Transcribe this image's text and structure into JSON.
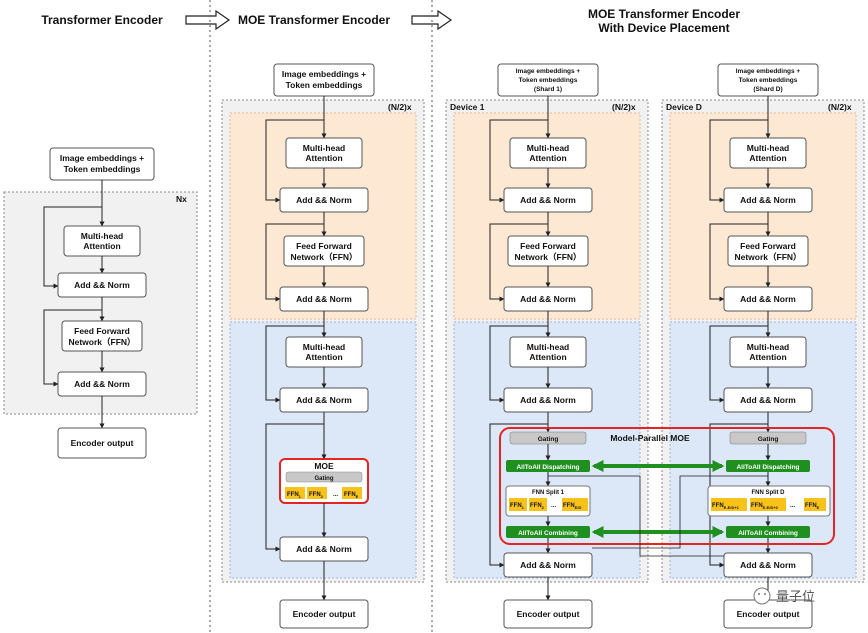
{
  "titles": {
    "transformer_encoder": "Transformer Encoder",
    "moe_transformer_encoder": "MOE Transformer Encoder",
    "moe_placement_line1": "MOE Transformer Encoder",
    "moe_placement_line2": "With Device Placement"
  },
  "repeat_labels": {
    "nx": "Nx",
    "n2x": "(N/2)x"
  },
  "device_labels": {
    "device1": "Device 1",
    "deviceD": "Device D"
  },
  "inputs": {
    "embed_l1": "Image embeddings +",
    "embed_l2": "Token embeddings",
    "shard1": "(Shard 1)",
    "shardD": "(Shard D)"
  },
  "blocks": {
    "mha_l1": "Multi-head",
    "mha_l2": "Attention",
    "add_norm": "Add && Norm",
    "ffn_l1": "Feed Forward",
    "ffn_l2": "Network（FFN）",
    "encoder_output": "Encoder output",
    "moe": "MOE",
    "gating": "Gating",
    "ellipsis": "..."
  },
  "moe_parallel": {
    "title": "Model-Parallel MOE",
    "dispatching": "AllToAll Dispatching",
    "combining": "AllToAll Combining",
    "split1": "FNN Split 1",
    "splitD": "FNN Split D"
  },
  "experts": {
    "ffn": "FFN",
    "sub_1": "1",
    "sub_2": "2",
    "sub_E": "E",
    "sub_ED": "E/D",
    "sub_E_D1": "E-E/D+1",
    "sub_E_D2": "E-E/D+2"
  },
  "watermark": "量子位",
  "colors": {
    "orange_region": "#fde8d4",
    "blue_region": "#dce7f7",
    "gray_region": "#f1f1f1",
    "ffn_yellow": "#f8c21b",
    "gating_gray": "#c8c8c8",
    "alltoall_green": "#1f8f1f",
    "moe_red": "#e52521"
  }
}
